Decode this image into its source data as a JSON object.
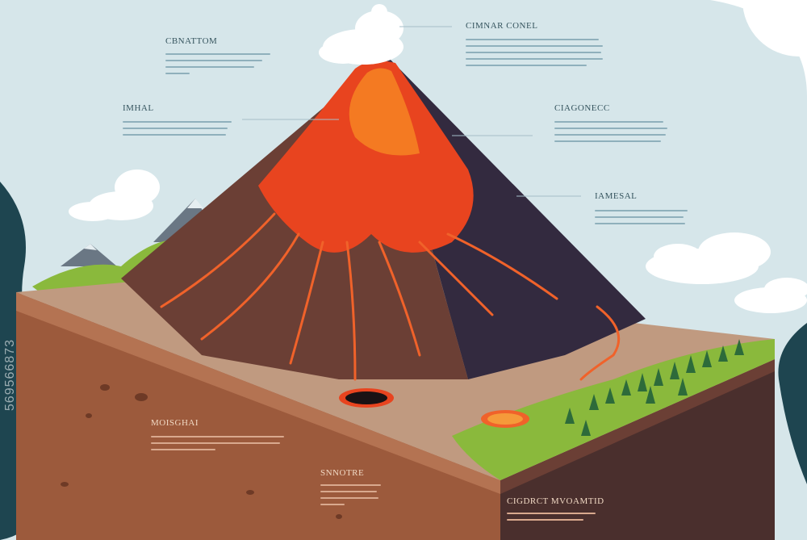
{
  "labels": {
    "top_left": "CBNATTOM",
    "mid_left": "IMHAL",
    "top_right": "CIMNAR CONEL",
    "right_upper": "CIAGONECC",
    "right_lower": "IAMESAL",
    "ground_left": "MOISGHAI",
    "ground_center": "SNNOTRE",
    "ground_right": "CIGDRCT MVOAMTID"
  },
  "watermark": "569566873",
  "colors": {
    "sky": "#d6e6ea",
    "lava": "#e8441f",
    "lava_bright": "#f47a22",
    "mountain_dark": "#332a3f",
    "mountain_brown": "#6b3f35",
    "soil": "#9c5a3c",
    "grass": "#8ab93c",
    "tree": "#2d6b3a",
    "cloud": "#ffffff"
  }
}
